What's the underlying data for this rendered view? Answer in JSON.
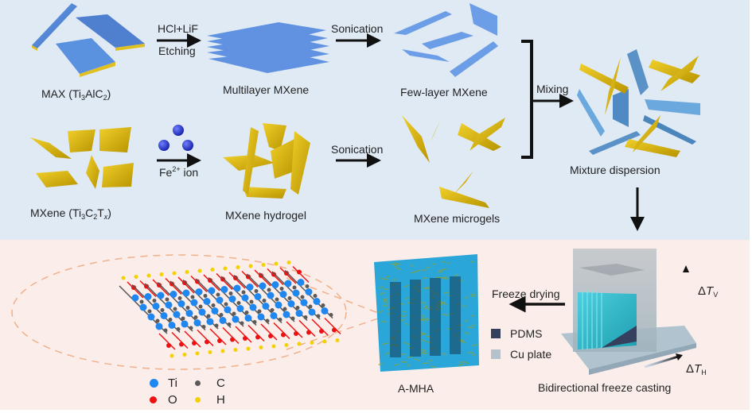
{
  "top_panel": {
    "max_label": {
      "prefix": "MAX (Ti",
      "sub1": "3",
      "mid": "AlC",
      "sub2": "2",
      "suffix": ")"
    },
    "etch_arrow": {
      "top": "HCl+LiF",
      "bottom": "Etching"
    },
    "multilayer_label": "Multilayer MXene",
    "sonication_top": "Sonication",
    "few_layer_label": "Few-layer MXene",
    "mxene_label": {
      "prefix": "MXene (Ti",
      "sub1": "3",
      "mid1": "C",
      "sub2": "2",
      "mid2": "T",
      "sub3": "x",
      "suffix": ")"
    },
    "fe_arrow": {
      "prefix": "Fe",
      "sup": "2+",
      "suffix": " ion"
    },
    "hydrogel_label": "MXene hydrogel",
    "sonication_bottom": "Sonication",
    "microgels_label": "MXene microgels",
    "mixing_label": "Mixing",
    "mixture_label": "Mixture dispersion"
  },
  "bottom_panel": {
    "freeze_drying_label": "Freeze drying",
    "legend": [
      {
        "label": "PDMS",
        "color": "#34405e"
      },
      {
        "label": "Cu plate",
        "color": "#b5c2cc"
      }
    ],
    "delta_v": {
      "symbol": "Δ",
      "var": "T",
      "sub": "V"
    },
    "delta_h": {
      "symbol": "Δ",
      "var": "T",
      "sub": "H"
    },
    "casting_label": "Bidirectional freeze casting",
    "amha_label": "A-MHA",
    "atoms": [
      {
        "symbol": "Ti",
        "color": "#1e88f0"
      },
      {
        "symbol": "C",
        "color": "#5a5a5a"
      },
      {
        "symbol": "O",
        "color": "#ee1111"
      },
      {
        "symbol": "H",
        "color": "#f5d000"
      }
    ]
  },
  "colors": {
    "top_bg": "#dfeaf4",
    "bottom_bg": "#fbeeea",
    "mxene_blue": "#4f86d6",
    "mxene_gold": "#d9b400",
    "fe_ion": "#1f2fd0",
    "dash_orange": "#f0b08a"
  }
}
